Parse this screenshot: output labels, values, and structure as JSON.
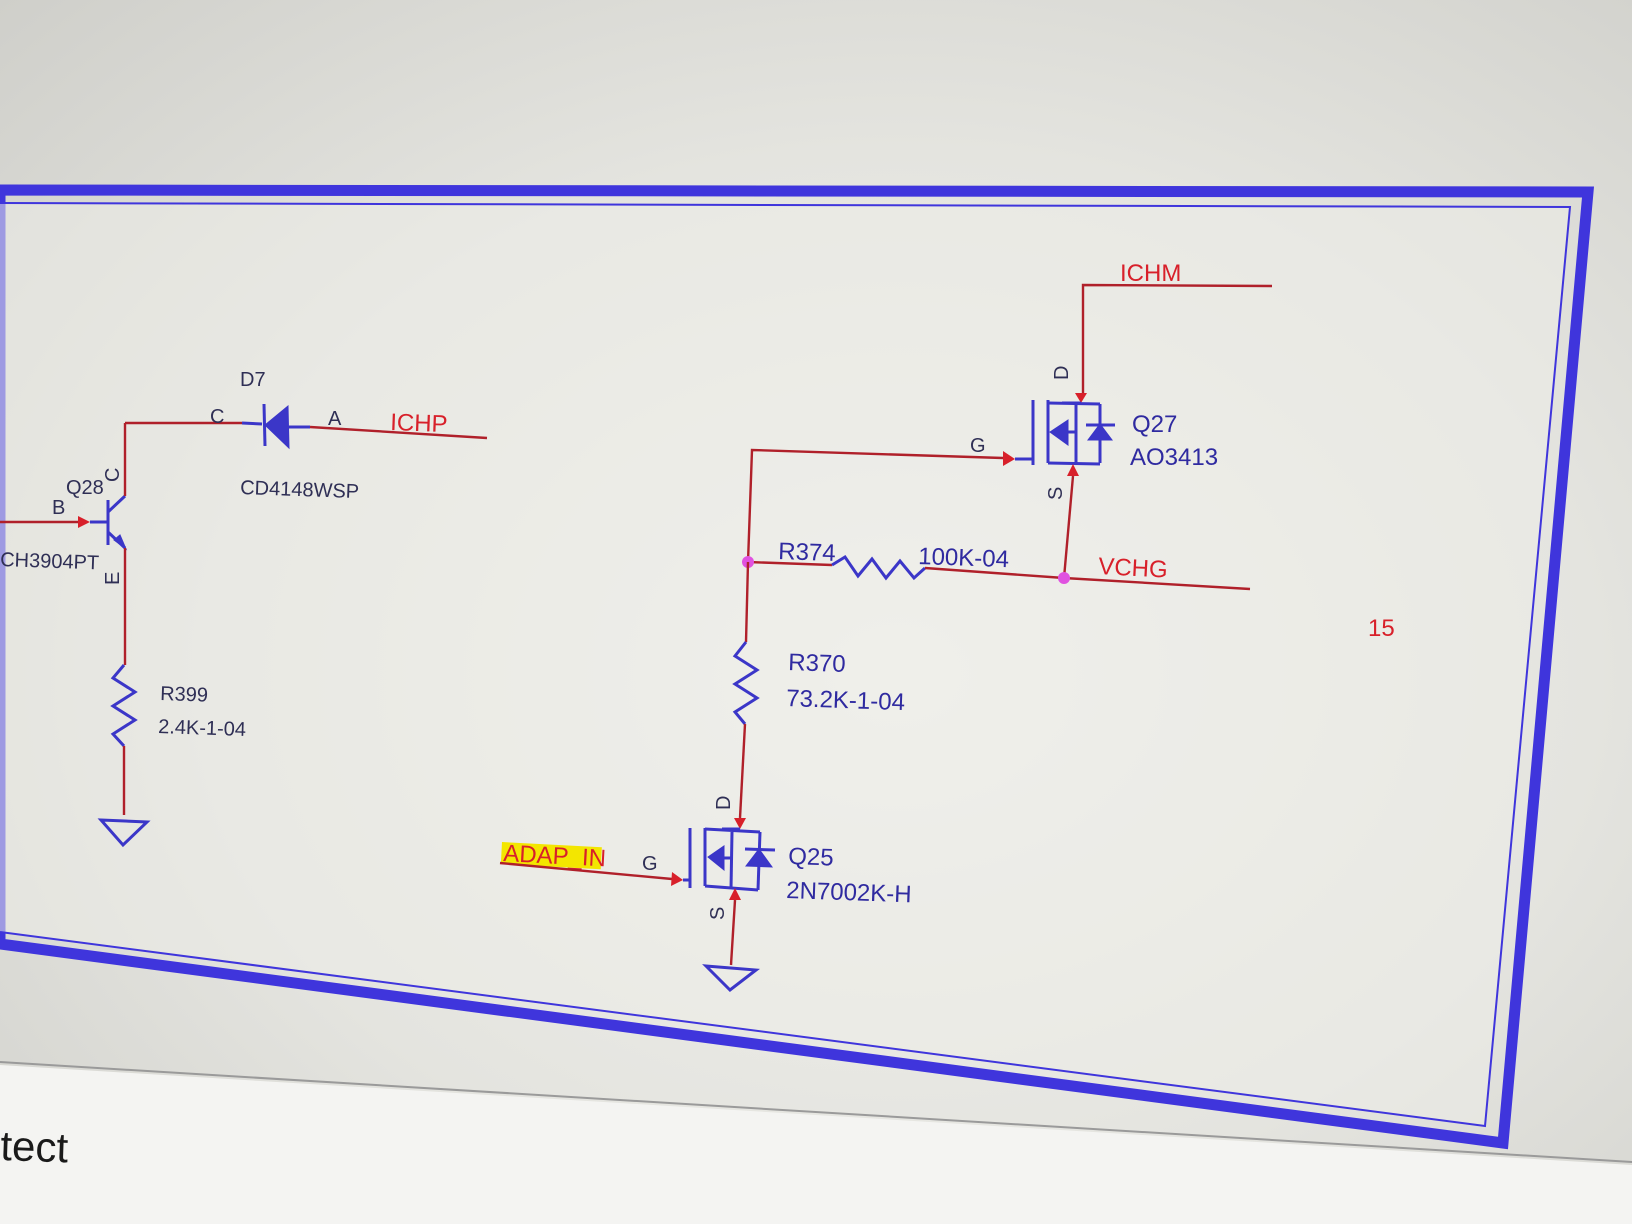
{
  "sheet_number": "15",
  "bottom_text": "tect",
  "nets": {
    "ichp": "ICHP",
    "ichm": "ICHM",
    "vchg": "VCHG",
    "adap_in": "ADAP_IN"
  },
  "components": {
    "q28": {
      "ref": "Q28",
      "part": "CH3904PT",
      "pin_b": "B",
      "pin_c": "C",
      "pin_e": "E"
    },
    "d7": {
      "ref": "D7",
      "part": "CD4148WSP",
      "pin_c": "C",
      "pin_a": "A"
    },
    "r399": {
      "ref": "R399",
      "value": "2.4K-1-04"
    },
    "q27": {
      "ref": "Q27",
      "part": "AO3413",
      "pin_d": "D",
      "pin_g": "G",
      "pin_s": "S"
    },
    "r374": {
      "ref": "R374",
      "value": "100K-04"
    },
    "r370": {
      "ref": "R370",
      "value": "73.2K-1-04"
    },
    "q25": {
      "ref": "Q25",
      "part": "2N7002K-H",
      "pin_d": "D",
      "pin_g": "G",
      "pin_s": "S"
    }
  },
  "colors": {
    "frame": "#3f35dc",
    "component": "#3b36c8",
    "wire": "#b0202a",
    "net_label": "#d8202a",
    "junction": "#e052e0",
    "highlight": "#f3e600"
  }
}
